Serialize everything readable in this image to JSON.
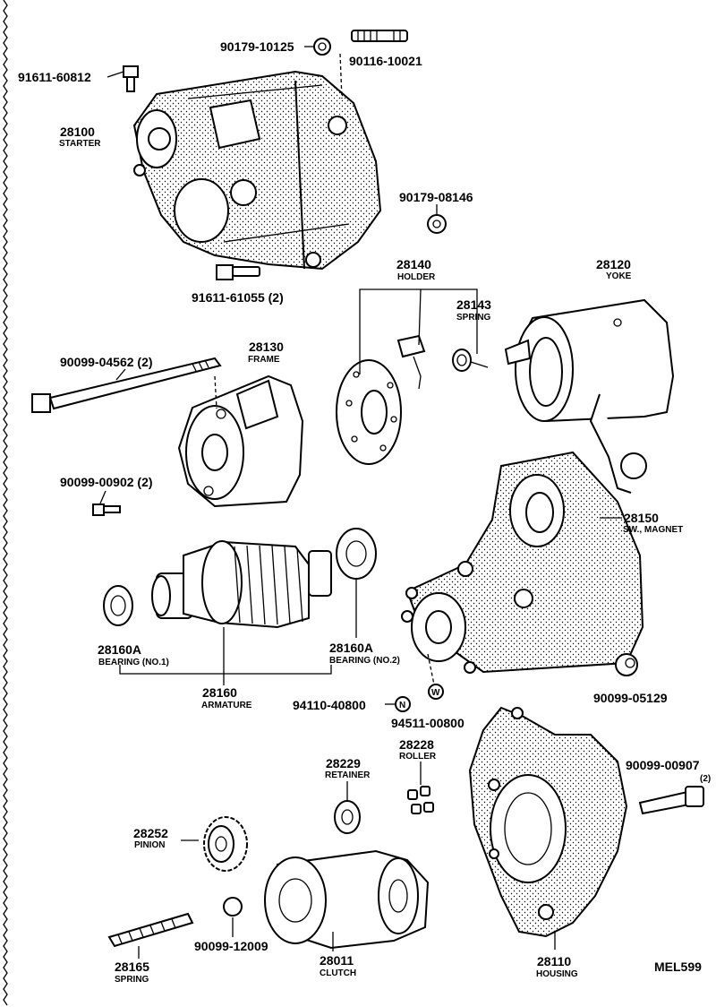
{
  "drawing_code": "MEL599",
  "parts": {
    "p90179_10125": {
      "number": "90179-10125"
    },
    "p90116_10021": {
      "number": "90116-10021"
    },
    "p91611_60812": {
      "number": "91611-60812"
    },
    "p28100": {
      "number": "28100",
      "name": "STARTER"
    },
    "p90179_08146": {
      "number": "90179-08146"
    },
    "p91611_61055": {
      "number": "91611-61055 (2)"
    },
    "p28140": {
      "number": "28140",
      "name": "HOLDER"
    },
    "p28120": {
      "number": "28120",
      "name": "YOKE"
    },
    "p28143": {
      "number": "28143",
      "name": "SPRING"
    },
    "p90099_04562": {
      "number": "90099-04562 (2)"
    },
    "p28130": {
      "number": "28130",
      "name": "FRAME"
    },
    "p90099_00902": {
      "number": "90099-00902 (2)"
    },
    "p28150": {
      "number": "28150",
      "name": "SW., MAGNET"
    },
    "p28160A_1": {
      "number": "28160A",
      "name": "BEARING (NO.1)"
    },
    "p28160A_2": {
      "number": "28160A",
      "name": "BEARING (NO.2)"
    },
    "p28160": {
      "number": "28160",
      "name": "ARMATURE"
    },
    "p94110_40800": {
      "number": "94110-40800",
      "symbol": "N"
    },
    "p94511_00800": {
      "number": "94511-00800",
      "symbol": "W"
    },
    "p90099_05129": {
      "number": "90099-05129"
    },
    "p28229": {
      "number": "28229",
      "name": "RETAINER"
    },
    "p28228": {
      "number": "28228",
      "name": "ROLLER"
    },
    "p90099_00907": {
      "number": "90099-00907",
      "qty": "(2)"
    },
    "p28252": {
      "number": "28252",
      "name": "PINION"
    },
    "p28165": {
      "number": "28165",
      "name": "SPRING"
    },
    "p90099_12009": {
      "number": "90099-12009"
    },
    "p28011": {
      "number": "28011",
      "name": "CLUTCH"
    },
    "p28110": {
      "number": "28110",
      "name": "HOUSING"
    }
  }
}
